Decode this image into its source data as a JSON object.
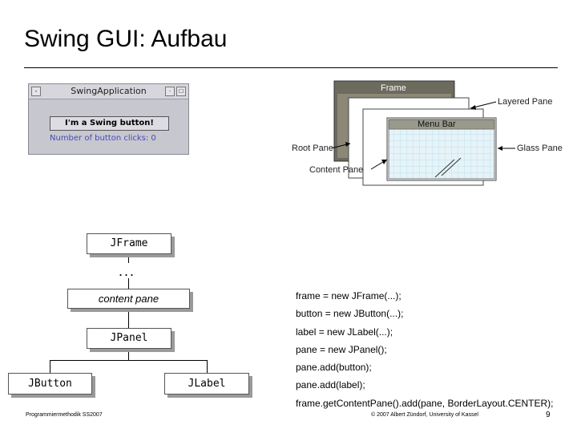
{
  "slide": {
    "title": "Swing GUI: Aufbau"
  },
  "swing_window": {
    "title": "SwingApplication",
    "button_label": "I'm a Swing button!",
    "clicks_label": "Number of button clicks: 0"
  },
  "pane_diagram": {
    "frame_label": "Frame",
    "menubar_label": "Menu Bar",
    "layered_pane": "Layered Pane",
    "glass_pane": "Glass Pane",
    "root_pane": "Root Pane",
    "content_pane": "Content Pane"
  },
  "hierarchy": {
    "jframe": "JFrame",
    "ellipsis": "...",
    "content_pane": "content pane",
    "jpanel": "JPanel",
    "jbutton": "JButton",
    "jlabel": "JLabel"
  },
  "code_lines": [
    "frame = new JFrame(...);",
    "button = new JButton(...);",
    "label = new JLabel(...);",
    "pane = new JPanel();",
    "pane.add(button);",
    "pane.add(label);",
    "frame.getContentPane().add(pane, BorderLayout.CENTER);"
  ],
  "footer": {
    "left": "Programmiermethodik SS2007",
    "center": "© 2007 Albert Zündorf, University of Kassel",
    "page": "9"
  }
}
